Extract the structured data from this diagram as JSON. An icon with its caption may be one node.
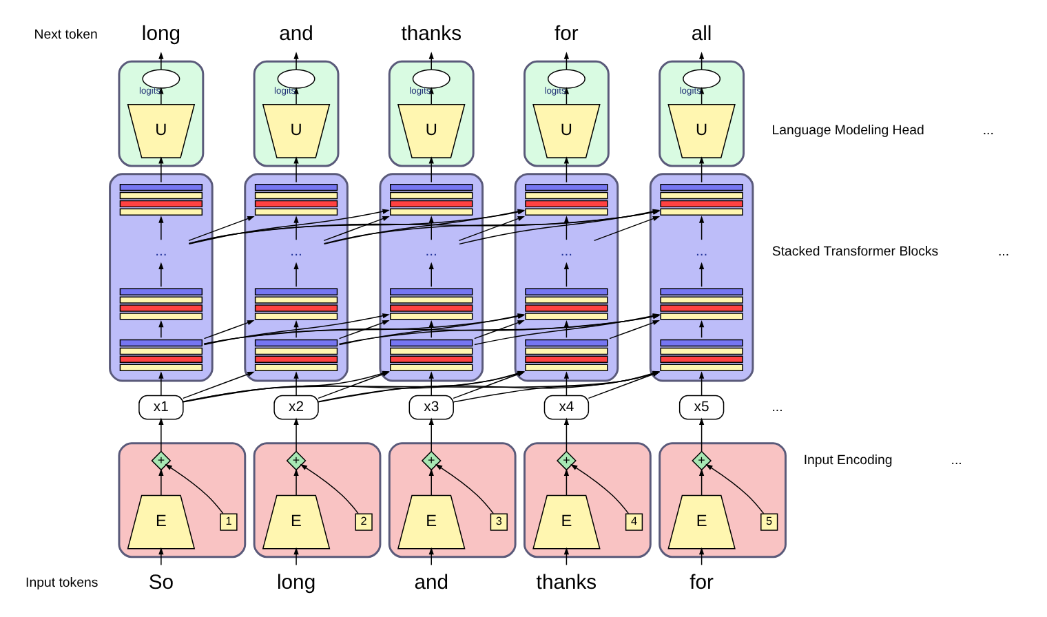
{
  "diagram": {
    "nodes": [
      {
        "text": [
          "long"
        ]
      },
      {
        "text": [],
        "shape": "box"
      },
      {
        "text": [],
        "shape": "oval",
        "in": 1
      },
      {
        "text": [
          "U"
        ],
        "in": 1
      },
      {
        "text": [],
        "shape": "box"
      },
      {
        "text": [],
        "shape": "box",
        "in": 4
      },
      {
        "text": [
          "..."
        ],
        "in": 4
      },
      {
        "text": [],
        "shape": "box",
        "in": 4
      },
      {
        "text": [],
        "shape": "box",
        "in": 4
      },
      {
        "text": [
          "x1"
        ]
      },
      {
        "text": [],
        "shape": "box"
      },
      {
        "text": [
          "+"
        ],
        "in": 10
      },
      {
        "text": [
          "1"
        ],
        "in": 10
      },
      {
        "text": [
          "E"
        ],
        "in": 10
      },
      {
        "text": [
          "So"
        ]
      },
      {
        "text": [
          "and"
        ]
      },
      {
        "text": [],
        "shape": "box"
      },
      {
        "text": [],
        "shape": "oval",
        "in": 16
      },
      {
        "text": [
          "U"
        ],
        "in": 16
      },
      {
        "text": [],
        "shape": "box"
      },
      {
        "text": [],
        "shape": "box",
        "in": 19
      },
      {
        "text": [
          "..."
        ],
        "in": 19
      },
      {
        "text": [],
        "shape": "box",
        "in": 19
      },
      {
        "text": [],
        "shape": "box",
        "in": 19
      },
      {
        "text": [
          "x2"
        ]
      },
      {
        "text": [],
        "shape": "box"
      },
      {
        "text": [
          "+"
        ],
        "in": 25
      },
      {
        "text": [
          "2"
        ],
        "in": 25
      },
      {
        "text": [
          "E"
        ],
        "in": 25
      },
      {
        "text": [
          "long"
        ]
      },
      {
        "text": [
          "thanks"
        ]
      },
      {
        "text": [],
        "shape": "box"
      },
      {
        "text": [],
        "shape": "oval",
        "in": 31
      },
      {
        "text": [
          "U"
        ],
        "in": 31
      },
      {
        "text": [],
        "shape": "box"
      },
      {
        "text": [],
        "shape": "box",
        "in": 34
      },
      {
        "text": [
          "..."
        ],
        "in": 34
      },
      {
        "text": [],
        "shape": "box",
        "in": 34
      },
      {
        "text": [],
        "shape": "box",
        "in": 34
      },
      {
        "text": [
          "x3"
        ]
      },
      {
        "text": [],
        "shape": "box"
      },
      {
        "text": [
          "+"
        ],
        "in": 40
      },
      {
        "text": [
          "3"
        ],
        "in": 40
      },
      {
        "text": [
          "E"
        ],
        "in": 40
      },
      {
        "text": [
          "and"
        ]
      },
      {
        "text": [
          "for"
        ]
      },
      {
        "text": [],
        "shape": "box"
      },
      {
        "text": [],
        "shape": "oval",
        "in": 46
      },
      {
        "text": [
          "U"
        ],
        "in": 46
      },
      {
        "text": [],
        "shape": "box"
      },
      {
        "text": [],
        "shape": "box",
        "in": 49
      },
      {
        "text": [
          "..."
        ],
        "in": 49
      },
      {
        "text": [],
        "shape": "box",
        "in": 49
      },
      {
        "text": [],
        "shape": "box",
        "in": 49
      },
      {
        "text": [
          "x4"
        ]
      },
      {
        "text": [],
        "shape": "box"
      },
      {
        "text": [
          "+"
        ],
        "in": 55
      },
      {
        "text": [
          "4"
        ],
        "in": 55
      },
      {
        "text": [
          "E"
        ],
        "in": 55
      },
      {
        "text": [
          "thanks"
        ]
      },
      {
        "text": [
          "all"
        ]
      },
      {
        "text": [],
        "shape": "box"
      },
      {
        "text": [],
        "shape": "oval",
        "in": 61
      },
      {
        "text": [
          "U"
        ],
        "in": 61
      },
      {
        "text": [],
        "shape": "box"
      },
      {
        "text": [],
        "shape": "box",
        "in": 64
      },
      {
        "text": [
          "..."
        ],
        "in": 64
      },
      {
        "text": [],
        "shape": "box",
        "in": 64
      },
      {
        "text": [],
        "shape": "box",
        "in": 64
      },
      {
        "text": [
          "x5"
        ]
      },
      {
        "text": [],
        "shape": "box"
      },
      {
        "text": [
          "+"
        ],
        "in": 70
      },
      {
        "text": [
          "5"
        ],
        "in": 70
      },
      {
        "text": [
          "E"
        ],
        "in": 70
      },
      {
        "text": [
          "for"
        ]
      }
    ],
    "edges": [
      {
        "from": 14,
        "to": 13,
        "arrow": "to"
      },
      {
        "from": 13,
        "to": 11,
        "arrow": "to"
      },
      {
        "from": 12,
        "to": 11,
        "arrow": "to"
      },
      {
        "from": 11,
        "to": 9,
        "arrow": "to"
      },
      {
        "from": 9,
        "to": 8,
        "arrow": "to"
      },
      {
        "from": 8,
        "to": 7,
        "arrow": "to"
      },
      {
        "from": 7,
        "to": 6,
        "arrow": "to"
      },
      {
        "from": 6,
        "to": 5,
        "arrow": "to"
      },
      {
        "from": 5,
        "to": 3,
        "arrow": "to"
      },
      {
        "from": 3,
        "to": 2,
        "arrow": "to",
        "label": "logits"
      },
      {
        "from": 2,
        "to": 0,
        "arrow": "to"
      },
      {
        "from": 29,
        "to": 28,
        "arrow": "to"
      },
      {
        "from": 28,
        "to": 26,
        "arrow": "to"
      },
      {
        "from": 27,
        "to": 26,
        "arrow": "to"
      },
      {
        "from": 26,
        "to": 24,
        "arrow": "to"
      },
      {
        "from": 24,
        "to": 23,
        "arrow": "to"
      },
      {
        "from": 23,
        "to": 22,
        "arrow": "to"
      },
      {
        "from": 22,
        "to": 21,
        "arrow": "to"
      },
      {
        "from": 21,
        "to": 20,
        "arrow": "to"
      },
      {
        "from": 20,
        "to": 18,
        "arrow": "to"
      },
      {
        "from": 18,
        "to": 17,
        "arrow": "to",
        "label": "logits"
      },
      {
        "from": 17,
        "to": 15,
        "arrow": "to"
      },
      {
        "from": 44,
        "to": 43,
        "arrow": "to"
      },
      {
        "from": 43,
        "to": 41,
        "arrow": "to"
      },
      {
        "from": 42,
        "to": 41,
        "arrow": "to"
      },
      {
        "from": 41,
        "to": 39,
        "arrow": "to"
      },
      {
        "from": 39,
        "to": 38,
        "arrow": "to"
      },
      {
        "from": 38,
        "to": 37,
        "arrow": "to"
      },
      {
        "from": 37,
        "to": 36,
        "arrow": "to"
      },
      {
        "from": 36,
        "to": 35,
        "arrow": "to"
      },
      {
        "from": 35,
        "to": 33,
        "arrow": "to"
      },
      {
        "from": 33,
        "to": 32,
        "arrow": "to",
        "label": "logits"
      },
      {
        "from": 32,
        "to": 30,
        "arrow": "to"
      },
      {
        "from": 59,
        "to": 58,
        "arrow": "to"
      },
      {
        "from": 58,
        "to": 56,
        "arrow": "to"
      },
      {
        "from": 57,
        "to": 56,
        "arrow": "to"
      },
      {
        "from": 56,
        "to": 54,
        "arrow": "to"
      },
      {
        "from": 54,
        "to": 53,
        "arrow": "to"
      },
      {
        "from": 53,
        "to": 52,
        "arrow": "to"
      },
      {
        "from": 52,
        "to": 51,
        "arrow": "to"
      },
      {
        "from": 51,
        "to": 50,
        "arrow": "to"
      },
      {
        "from": 50,
        "to": 48,
        "arrow": "to"
      },
      {
        "from": 48,
        "to": 47,
        "arrow": "to",
        "label": "logits"
      },
      {
        "from": 47,
        "to": 45,
        "arrow": "to"
      },
      {
        "from": 74,
        "to": 73,
        "arrow": "to"
      },
      {
        "from": 73,
        "to": 71,
        "arrow": "to"
      },
      {
        "from": 72,
        "to": 71,
        "arrow": "to"
      },
      {
        "from": 71,
        "to": 69,
        "arrow": "to"
      },
      {
        "from": 69,
        "to": 68,
        "arrow": "to"
      },
      {
        "from": 68,
        "to": 67,
        "arrow": "to"
      },
      {
        "from": 67,
        "to": 66,
        "arrow": "to"
      },
      {
        "from": 66,
        "to": 65,
        "arrow": "to"
      },
      {
        "from": 65,
        "to": 63,
        "arrow": "to"
      },
      {
        "from": 63,
        "to": 62,
        "arrow": "to",
        "label": "logits"
      },
      {
        "from": 62,
        "to": 60,
        "arrow": "to"
      },
      {
        "from": 9,
        "to": 23,
        "arrow": "to"
      },
      {
        "from": 9,
        "to": 38,
        "arrow": "to"
      },
      {
        "from": 9,
        "to": 53,
        "arrow": "to"
      },
      {
        "from": 9,
        "to": 68,
        "arrow": "to"
      },
      {
        "from": 24,
        "to": 38,
        "arrow": "to"
      },
      {
        "from": 24,
        "to": 53,
        "arrow": "to"
      },
      {
        "from": 24,
        "to": 68,
        "arrow": "to"
      },
      {
        "from": 39,
        "to": 53,
        "arrow": "to"
      },
      {
        "from": 39,
        "to": 68,
        "arrow": "to"
      },
      {
        "from": 54,
        "to": 68,
        "arrow": "to"
      },
      {
        "from": 8,
        "to": 22,
        "arrow": "to"
      },
      {
        "from": 8,
        "to": 37,
        "arrow": "to"
      },
      {
        "from": 8,
        "to": 52,
        "arrow": "to"
      },
      {
        "from": 8,
        "to": 67,
        "arrow": "to"
      },
      {
        "from": 23,
        "to": 37,
        "arrow": "to"
      },
      {
        "from": 23,
        "to": 52,
        "arrow": "to"
      },
      {
        "from": 23,
        "to": 67,
        "arrow": "to"
      },
      {
        "from": 38,
        "to": 52,
        "arrow": "to"
      },
      {
        "from": 38,
        "to": 67,
        "arrow": "to"
      },
      {
        "from": 53,
        "to": 67,
        "arrow": "to"
      },
      {
        "from": 6,
        "to": 20,
        "arrow": "to"
      },
      {
        "from": 6,
        "to": 35,
        "arrow": "to"
      },
      {
        "from": 6,
        "to": 50,
        "arrow": "to"
      },
      {
        "from": 6,
        "to": 65,
        "arrow": "to"
      },
      {
        "from": 21,
        "to": 35,
        "arrow": "to"
      },
      {
        "from": 21,
        "to": 50,
        "arrow": "to"
      },
      {
        "from": 21,
        "to": 65,
        "arrow": "to"
      },
      {
        "from": 36,
        "to": 50,
        "arrow": "to"
      },
      {
        "from": 36,
        "to": 65,
        "arrow": "to"
      },
      {
        "from": 51,
        "to": 65,
        "arrow": "to"
      }
    ],
    "labels": [
      "Next token",
      "Language Modeling Head",
      "...",
      "Stacked Transformer Blocks",
      "...",
      "...",
      "Input Encoding",
      "...",
      "Input tokens"
    ]
  }
}
